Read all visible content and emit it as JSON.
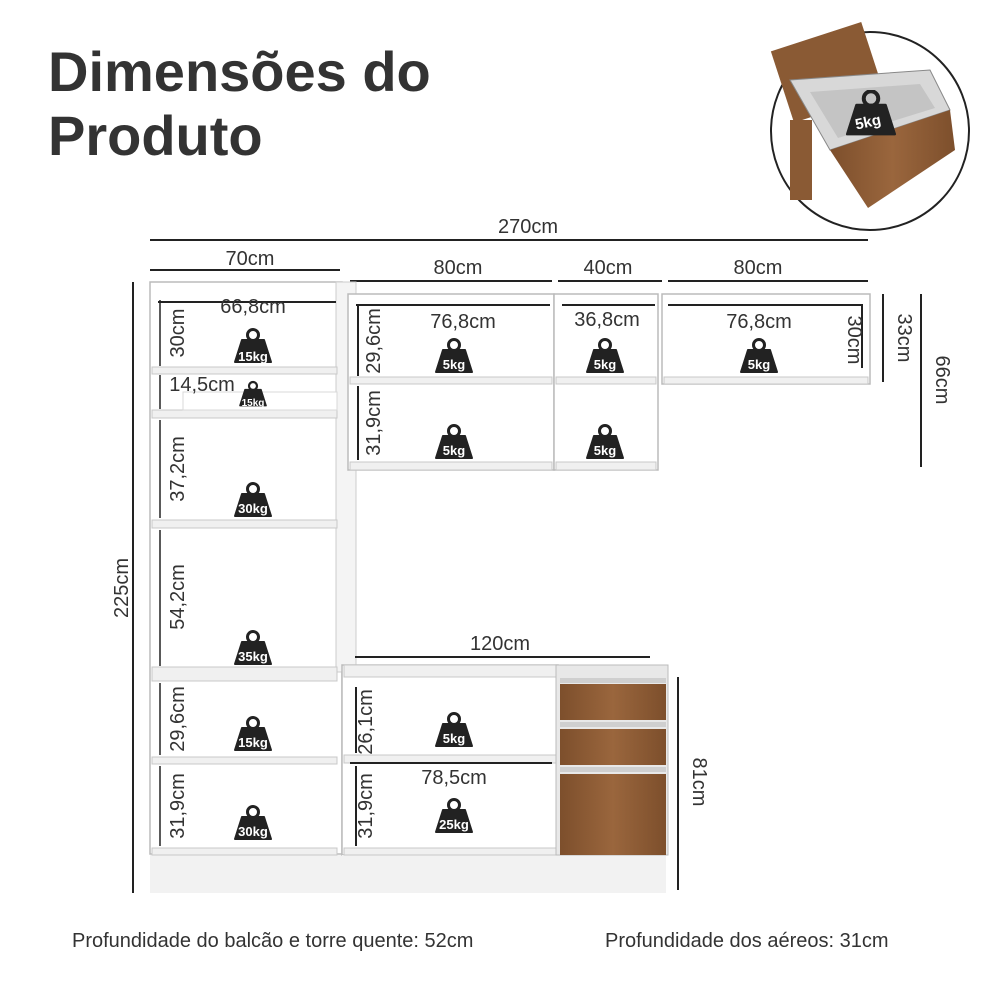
{
  "title": {
    "line1": "Dimensões do",
    "line2": "Produto"
  },
  "dimensions": {
    "total_width": "270cm",
    "tower_width": "70cm",
    "aereo_left_width": "80cm",
    "aereo_mid_width": "40cm",
    "aereo_right_width": "80cm",
    "tower_inner_width": "66,8cm",
    "aereo_left_inner": "76,8cm",
    "aereo_mid_inner": "36,8cm",
    "aereo_right_inner": "76,8cm",
    "tower_top_h": "30cm",
    "tower_small_h": "14,5cm",
    "tower_mid_h": "37,2cm",
    "tower_large_h": "54,2cm",
    "tower_low1_h": "29,6cm",
    "tower_low2_h": "31,9cm",
    "aereo_upper_h": "29,6cm",
    "aereo_lower_h": "31,9cm",
    "aereo_right_inner_h": "30cm",
    "aereo_right_h": "33cm",
    "aereo_total_h": "66cm",
    "total_height": "225cm",
    "balcao_width": "120cm",
    "balcao_upper_h": "26,1cm",
    "balcao_inner_width": "78,5cm",
    "balcao_lower_h": "31,9cm",
    "balcao_h": "81cm"
  },
  "weights": {
    "tower_top": "15kg",
    "tower_small": "15kg",
    "tower_mid": "30kg",
    "tower_large": "35kg",
    "tower_low1": "15kg",
    "tower_low2": "30kg",
    "aereo_left_top": "5kg",
    "aereo_left_bottom": "5kg",
    "aereo_mid_top": "5kg",
    "aereo_mid_bottom": "5kg",
    "aereo_right": "5kg",
    "balcao_top": "5kg",
    "balcao_bottom": "25kg",
    "drawer": "5kg"
  },
  "footer": {
    "balcao_depth": "Profundidade do balcão e torre quente: 52cm",
    "aereo_depth": "Profundidade dos aéreos: 31cm"
  },
  "colors": {
    "wood": "#8a5a34",
    "cabinet": "#ffffff",
    "text": "#333333",
    "icon": "#222222"
  },
  "icons": [
    "weight-icon",
    "drawer-icon"
  ]
}
